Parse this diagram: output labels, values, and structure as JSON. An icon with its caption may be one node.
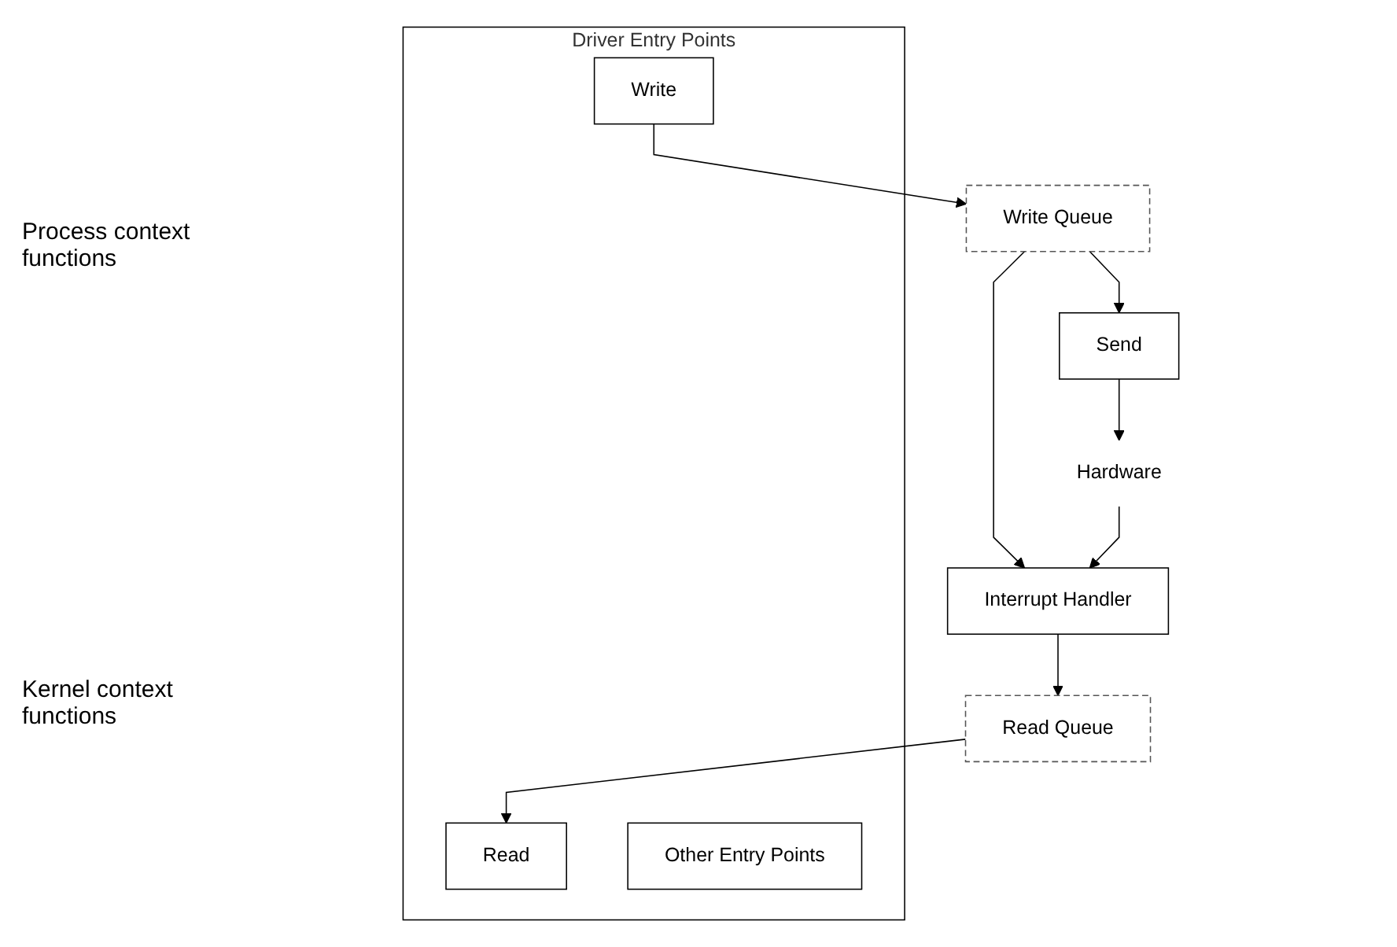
{
  "diagram": {
    "nodes": [
      {
        "text": [
          "Driver Entry Points"
        ]
      },
      {
        "text": [
          "Read"
        ],
        "in": 0
      },
      {
        "text": [
          "Write"
        ],
        "in": 0
      },
      {
        "text": [
          "Other Entry Points"
        ],
        "in": 0
      },
      {
        "text": [
          "Read Queue"
        ]
      },
      {
        "text": [
          "Write Queue"
        ]
      },
      {
        "text": [
          "Send"
        ]
      },
      {
        "text": [
          "Interrupt Handler"
        ]
      },
      {
        "text": [
          "Hardware"
        ]
      }
    ],
    "edges": [
      {
        "from": 4,
        "to": 1,
        "arrow": "to"
      },
      {
        "from": 2,
        "to": 5,
        "arrow": "to"
      },
      {
        "from": 5,
        "to": 6,
        "arrow": "to"
      },
      {
        "from": 5,
        "to": 7,
        "arrow": "to"
      },
      {
        "from": 7,
        "to": 4,
        "arrow": "to"
      },
      {
        "from": 8,
        "to": 7,
        "arrow": "to"
      },
      {
        "from": 6,
        "to": 8,
        "arrow": "to"
      }
    ],
    "labels": [
      "Process context functions",
      "Kernel context functions"
    ]
  }
}
